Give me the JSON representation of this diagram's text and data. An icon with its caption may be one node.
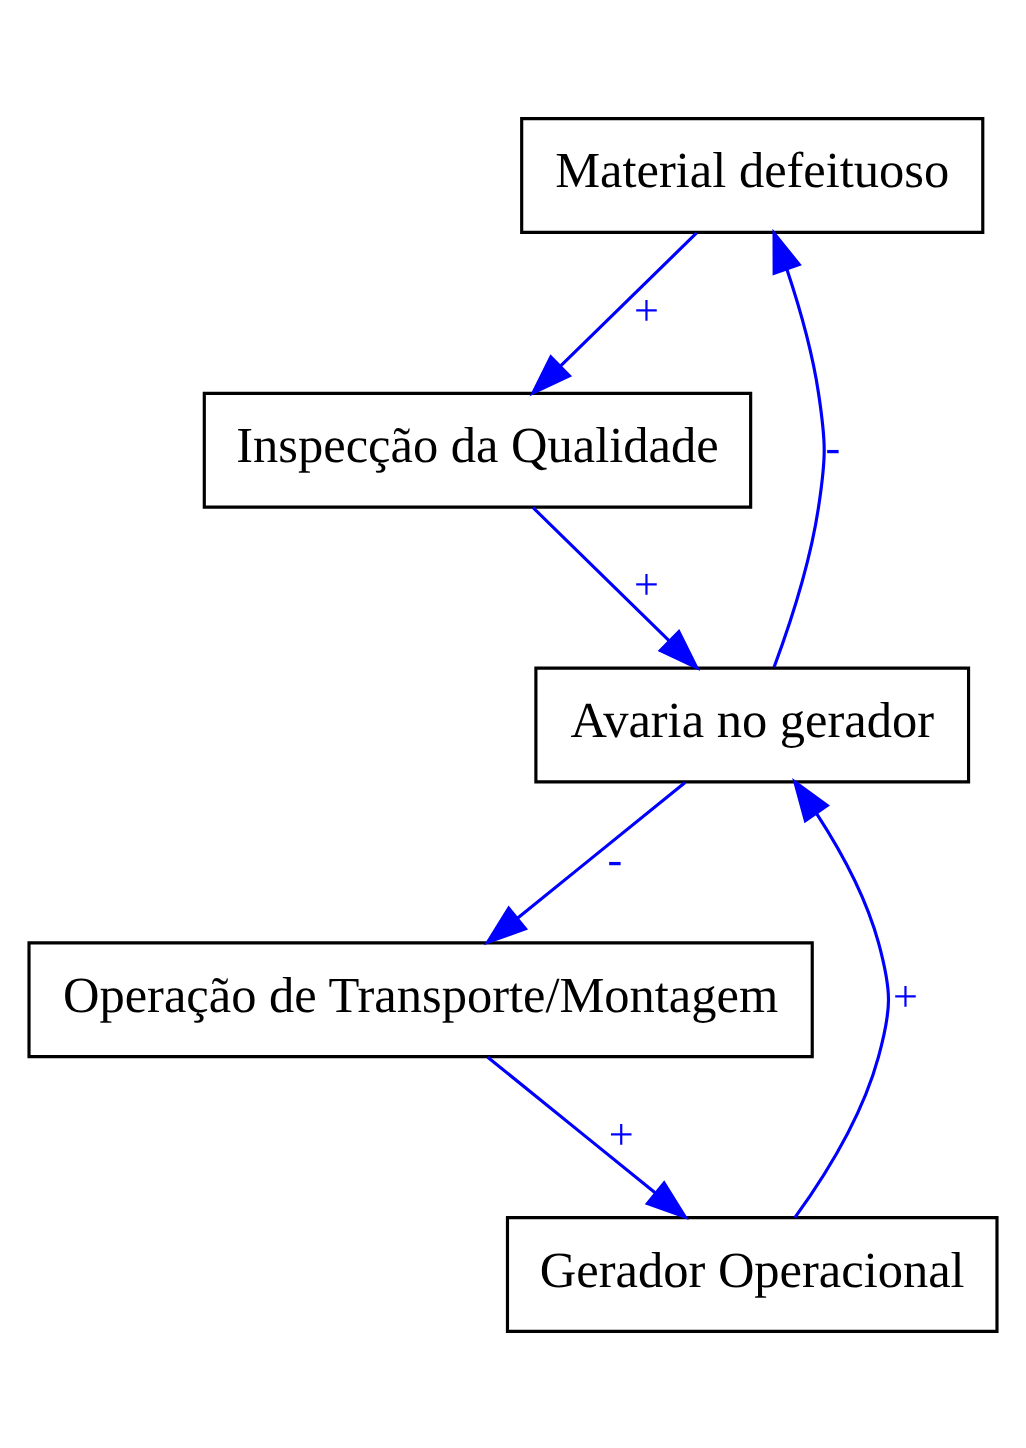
{
  "diagram": {
    "nodes": [
      {
        "text": [
          "Material defeituoso"
        ]
      },
      {
        "text": [
          "Inspecção da Qualidade"
        ]
      },
      {
        "text": [
          "Avaria no gerador"
        ]
      },
      {
        "text": [
          "Gerador Operacional"
        ]
      },
      {
        "text": [
          "Operação de Transporte/Montagem"
        ]
      }
    ],
    "edges": [
      {
        "from": 0,
        "to": 1,
        "arrow": "to",
        "label": "+"
      },
      {
        "from": 1,
        "to": 2,
        "arrow": "to",
        "label": "+"
      },
      {
        "from": 2,
        "to": 0,
        "arrow": "to",
        "label": "-"
      },
      {
        "from": 2,
        "to": 4,
        "arrow": "to",
        "label": "-"
      },
      {
        "from": 4,
        "to": 3,
        "arrow": "to",
        "label": "+"
      },
      {
        "from": 3,
        "to": 2,
        "arrow": "to",
        "label": "+"
      }
    ]
  }
}
